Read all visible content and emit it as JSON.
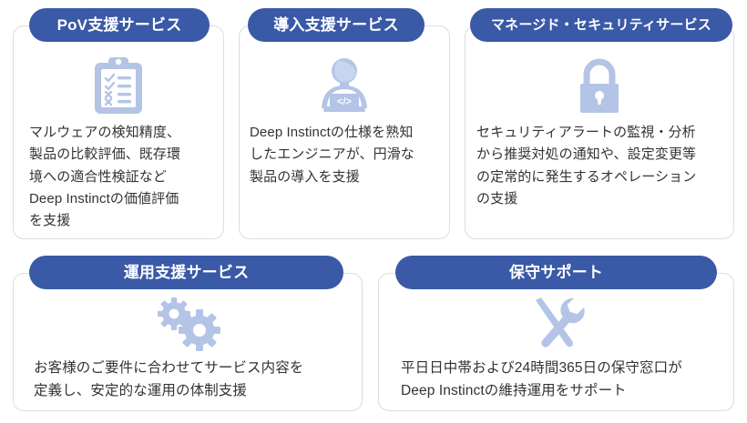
{
  "palette": {
    "badge_blue": "#3a59a6",
    "icon_periwinkle": "#b4c4e6",
    "card_border": "#dddddd",
    "body_text": "#333333",
    "card_background": "#ffffff"
  },
  "cards": [
    {
      "id": "pov",
      "badge": "PoV支援サービス",
      "icon": "clipboard-checklist-icon",
      "body": "マルウェアの検知精度、\n製品の比較評価、既存環\n境への適合性検証など\nDeep Instinctの価値評価\nを支援"
    },
    {
      "id": "deploy",
      "badge": "導入支援サービス",
      "icon": "engineer-laptop-icon",
      "body": "Deep Instinctの仕様を熟知\nしたエンジニアが、円滑な\n製品の導入を支援"
    },
    {
      "id": "managed",
      "badge": "マネージド・セキュリティサービス",
      "icon": "padlock-icon",
      "body": "セキュリティアラートの監視・分析\nから推奨対処の通知や、設定変更等\nの定常的に発生するオペレーション\nの支援"
    },
    {
      "id": "ops",
      "badge": "運用支援サービス",
      "icon": "gears-icon",
      "body": "お客様のご要件に合わせてサービス内容を\n定義し、安定的な運用の体制支援"
    },
    {
      "id": "support",
      "badge": "保守サポート",
      "icon": "wrench-screwdriver-icon",
      "body": "平日日中帯および24時間365日の保守窓口が\nDeep Instinctの維持運用をサポート"
    }
  ]
}
